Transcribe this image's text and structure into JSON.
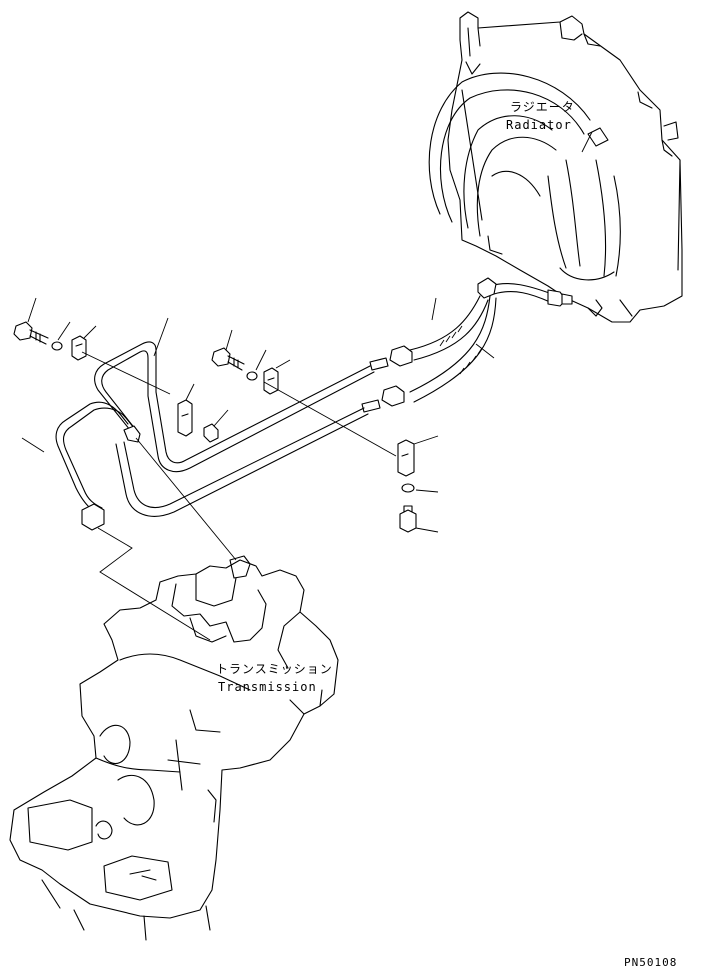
{
  "labels": {
    "radiator_jp": "ラジエータ",
    "radiator_en": "Radiator",
    "transmission_jp": "トランスミッション",
    "transmission_en": "Transmission"
  },
  "drawing_code": "PN50108",
  "colors": {
    "line": "#000000",
    "background": "#ffffff"
  }
}
